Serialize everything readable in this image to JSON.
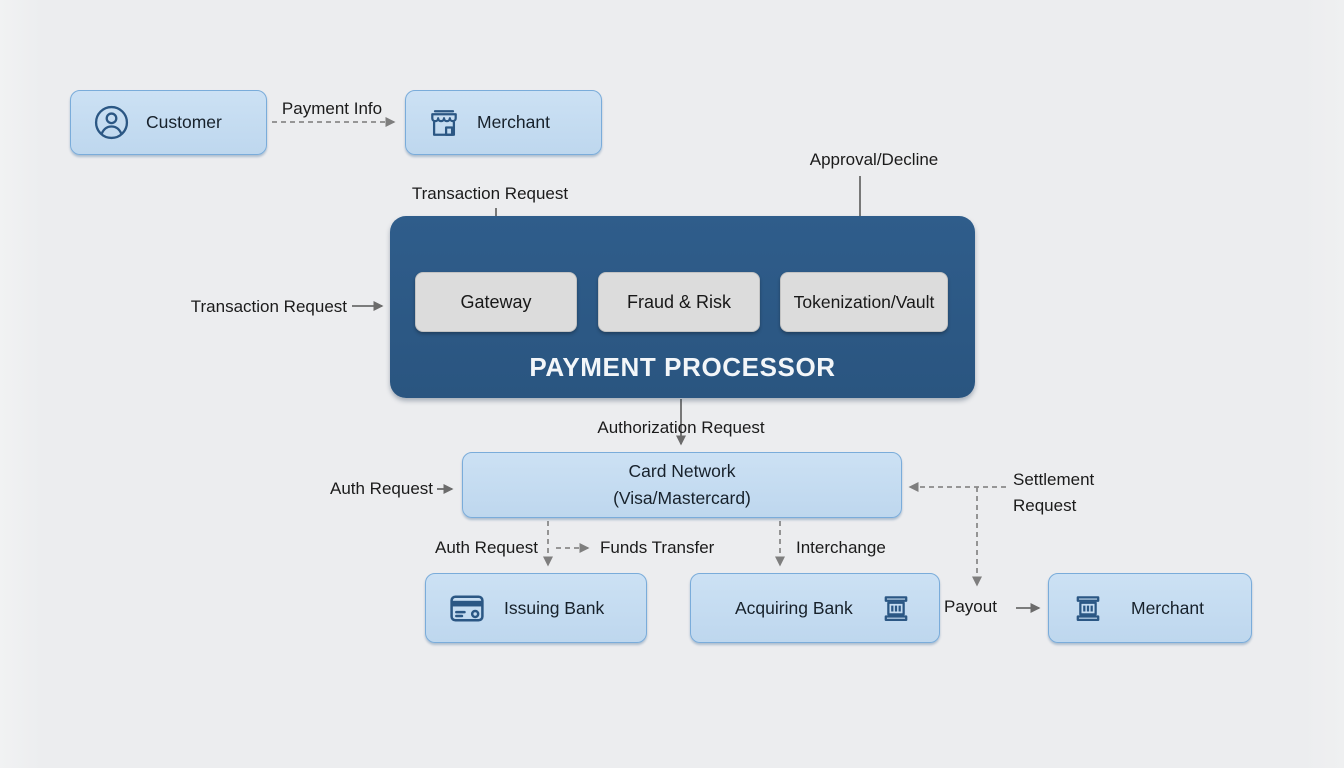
{
  "title": "Payment processing flow diagram",
  "colors": {
    "background": "#ecedef",
    "node_fill": "#c5dcf1",
    "node_border": "#7aacda",
    "processor_fill": "#2c5885",
    "processor_text": "#f3f6f9",
    "subnode_fill": "#dcdcdc",
    "subnode_border": "#c3c3c3",
    "icon_color": "#2b5784",
    "arrow_solid": "#6b6b6b",
    "arrow_dashed": "#8a8a8a",
    "arrow_on_dark": "#f5f7fa",
    "label_text": "#1b1b1b"
  },
  "nodes": {
    "customer": {
      "label": "Customer",
      "icon": "person-icon"
    },
    "merchant_top": {
      "label": "Merchant",
      "icon": "storefront-icon"
    },
    "payment_processor": {
      "title": "PAYMENT PROCESSOR",
      "subnodes": [
        {
          "label": "Gateway"
        },
        {
          "label": "Fraud & Risk"
        },
        {
          "label": "Tokenization/Vault"
        }
      ]
    },
    "card_network": {
      "label_line1": "Card Network",
      "label_line2": "(Visa/Mastercard)"
    },
    "issuing_bank": {
      "label": "Issuing Bank",
      "icon": "credit-card-icon"
    },
    "acquiring_bank": {
      "label": "Acquiring Bank",
      "icon": "bank-icon"
    },
    "merchant_bottom": {
      "label": "Merchant",
      "icon": "bank-icon"
    }
  },
  "labels": {
    "payment_info": "Payment Info",
    "transaction_request_top": "Transaction Request",
    "transaction_request_left": "Transaction Request",
    "approval_decline": "Approval/Decline",
    "authorization_request": "Authorization Request",
    "auth_request_left": "Auth Request",
    "auth_request_bottom": "Auth Request",
    "funds_transfer": "Funds Transfer",
    "interchange": "Interchange",
    "settlement_request": "Settlement Request",
    "payout": "Payout"
  }
}
